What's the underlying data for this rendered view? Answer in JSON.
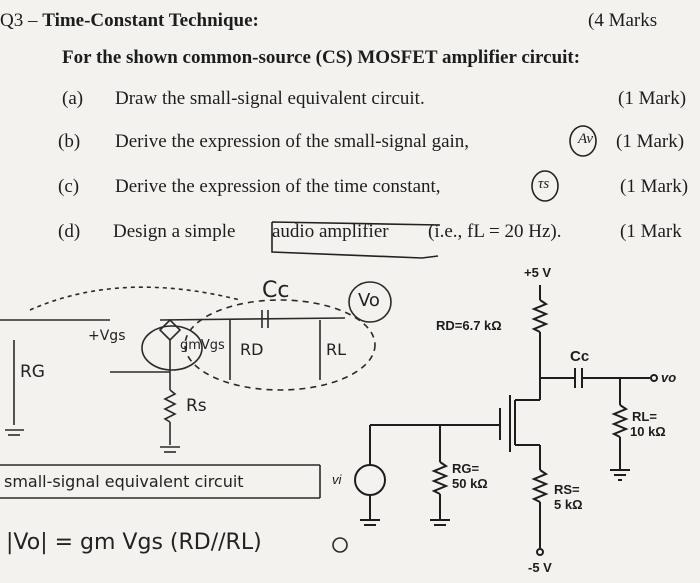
{
  "question": {
    "number": "Q3",
    "title": "Time-Constant Technique:",
    "marks": "(4 Marks",
    "intro": "For the shown common-source (CS) MOSFET amplifier circuit:",
    "parts": [
      {
        "label": "(a)",
        "text": "Draw the small-signal equivalent circuit.",
        "marks": "(1 Mark)"
      },
      {
        "label": "(b)",
        "text": "Derive the expression of the small-signal gain,",
        "symbol": "Av",
        "marks": "(1 Mark)"
      },
      {
        "label": "(c)",
        "text": "Derive the expression of the time constant,",
        "symbol": "τs",
        "marks": "(1 Mark)"
      },
      {
        "label": "(d)",
        "text": "Design a simple",
        "text2": "audio amplifier",
        "text3": "(i.e., fL = 20 Hz).",
        "marks": "(1 Mark"
      }
    ]
  },
  "circuit": {
    "supply": "+5 V",
    "rd": "RD=6.7 kΩ",
    "cc": "Cc",
    "vo": "vo",
    "rl": "RL=",
    "rl_val": "10 kΩ",
    "rg": "RG=",
    "rg_val": "50 kΩ",
    "rs": "RS=",
    "rs_val": "5 kΩ",
    "vi": "vi",
    "bottom_supply": "-5 V"
  },
  "handwritten": {
    "cc": "Cc",
    "vo": "Vo",
    "vgs": "+Vgs",
    "rg": "RG",
    "gm": "gmVgs",
    "rd": "RD",
    "rl": "RL",
    "rs": "Rs",
    "caption": "small-signal equivalent circuit",
    "equation": "|Vo| = gm Vgs (RD//RL)"
  }
}
